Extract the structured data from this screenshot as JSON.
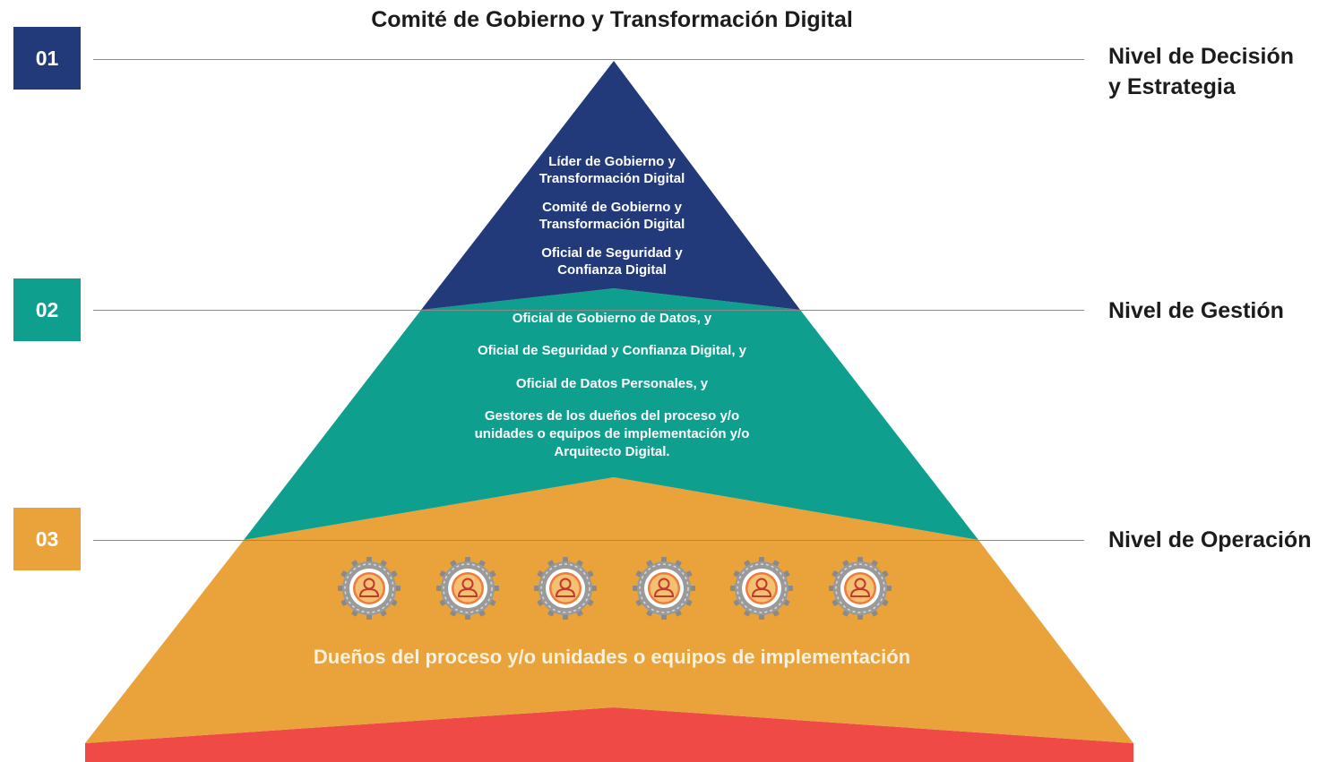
{
  "title": "Comité de Gobierno y Transformación Digital",
  "colors": {
    "level1": "#233a7a",
    "level2": "#0e9f8e",
    "level3": "#eaa23a",
    "base": "#ef4a46"
  },
  "levels": [
    {
      "badge": "01",
      "label_line1": "Nivel de Decisión",
      "label_line2": "y Estrategia"
    },
    {
      "badge": "02",
      "label_line1": "Nivel de Gestión"
    },
    {
      "badge": "03",
      "label_line1": "Nivel de Operación"
    }
  ],
  "tier1": {
    "items": [
      {
        "line1": "Líder de Gobierno y",
        "line2": "Transformación Digital"
      },
      {
        "line1": "Comité de Gobierno y",
        "line2": "Transformación Digital"
      },
      {
        "line1": "Oficial de Seguridad y",
        "line2": "Confianza Digital"
      }
    ]
  },
  "tier2": {
    "items": [
      "Oficial de Gobierno de Datos, y",
      "Oficial de Seguridad y Confianza Digital, y",
      "Oficial de Datos Personales, y"
    ],
    "last": {
      "line1": "Gestores de los dueños del proceso y/o",
      "line2": "unidades o equipos de implementación y/o",
      "line3": "Arquitecto Digital."
    }
  },
  "tier3": {
    "icon": "user-gear-icon",
    "icon_count": 6,
    "label": "Dueños del proceso y/o unidades o equipos de implementación"
  }
}
